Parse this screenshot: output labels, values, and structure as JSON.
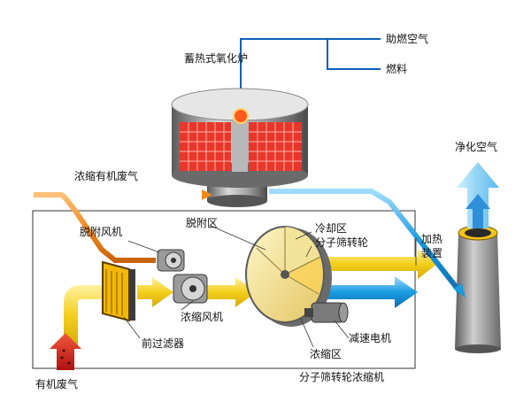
{
  "labels": {
    "oxidizer": "蓄热式氧化炉",
    "combustion_air": "助燃空气",
    "fuel": "燃料",
    "clean_air": "净化空气",
    "concentrated_voc": "浓缩有机废气",
    "desorption_fan": "脱附风机",
    "desorption_zone": "脱附区",
    "cooling_zone": "冷却区",
    "sieve_wheel": "分子筛转轮",
    "heating_device": "加热\n装置",
    "concentration_fan": "浓缩风机",
    "pre_filter": "前过滤器",
    "reducer_motor": "减速电机",
    "concentration_zone": "浓缩区",
    "voc_inlet": "有机废气",
    "system_name": "分子筛转轮浓缩机"
  },
  "colors": {
    "yellow_flow": "#f3cf1c",
    "orange_flow": "#f08a1e",
    "blue_flow": "#1a9be0",
    "light_blue_flow": "#8fd3f4",
    "red_flow": "#e0261c",
    "line_blue": "#0b5fb8",
    "heat_grid": "#e8362a"
  },
  "icons": [
    "heater-flame-icon",
    "fan-icon",
    "motor-icon",
    "filter-icon"
  ]
}
